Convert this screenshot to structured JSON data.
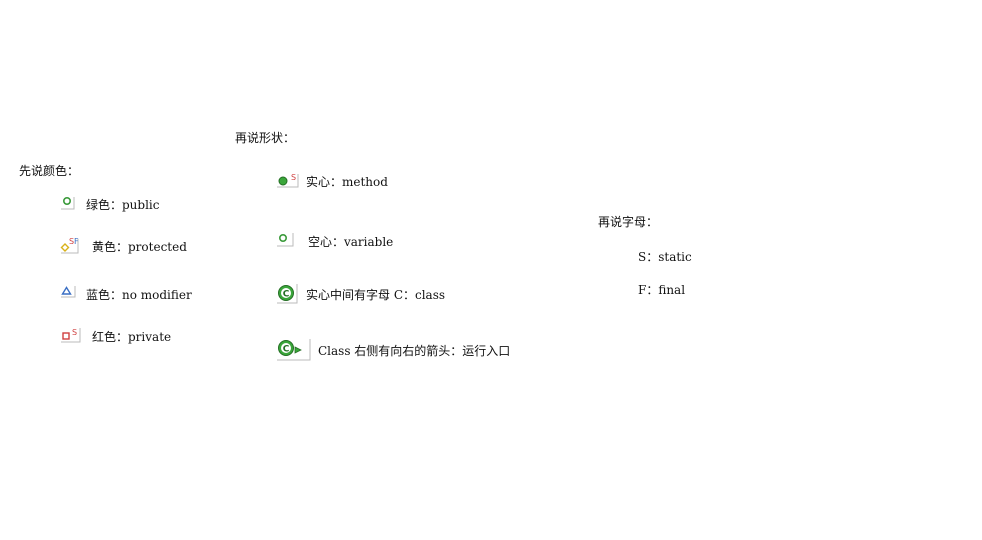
{
  "colors_section": {
    "heading": "先说颜色：",
    "items": [
      {
        "icon": "green-circle-icon",
        "label": "绿色：public",
        "color": "#3a9a3a"
      },
      {
        "icon": "yellow-diamond-sf-icon",
        "label": "黄色：protected",
        "color": "#d9b21a"
      },
      {
        "icon": "blue-triangle-icon",
        "label": "蓝色：no modifier",
        "color": "#3a6fc4"
      },
      {
        "icon": "red-square-s-icon",
        "label": "红色：private",
        "color": "#d04040"
      }
    ]
  },
  "shapes_section": {
    "heading": "再说形状：",
    "items": [
      {
        "icon": "solid-green-circle-s-icon",
        "label": "实心：method"
      },
      {
        "icon": "hollow-green-circle-icon",
        "label": "空心：variable"
      },
      {
        "icon": "class-c-icon",
        "label": "实心中间有字母 C：class"
      },
      {
        "icon": "class-run-arrow-icon",
        "label": "Class 右侧有向右的箭头：运行入口"
      }
    ]
  },
  "letters_section": {
    "heading": "再说字母：",
    "items": [
      {
        "label": "S：static"
      },
      {
        "label": "F：final"
      }
    ]
  },
  "accent_colors": {
    "green": "#3a9a3a",
    "red": "#d04040",
    "blue": "#3a6fc4",
    "yellow": "#d9b21a"
  }
}
